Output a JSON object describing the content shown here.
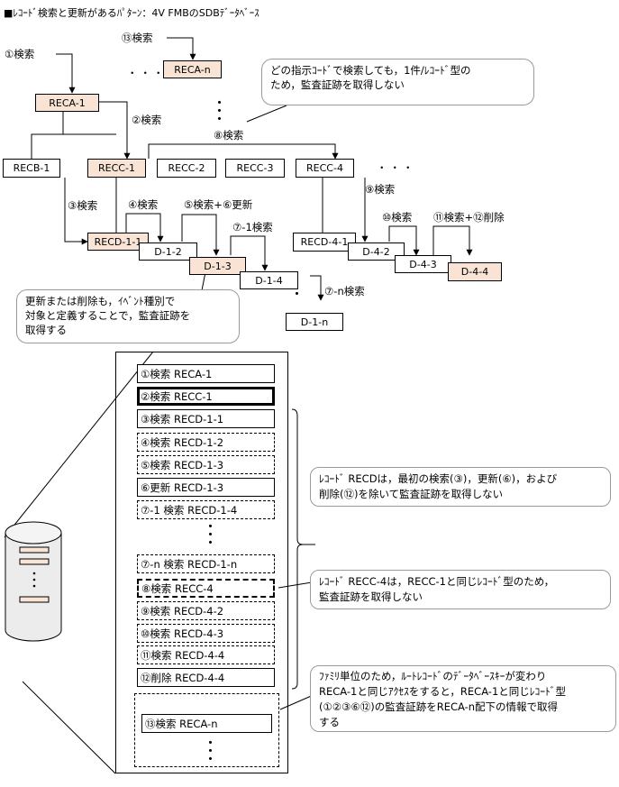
{
  "title": "■ﾚｺｰﾄﾞ検索と更新があるﾊﾟﾀｰﾝ：4V FMBのSDBﾃﾞｰﾀﾍﾞｰｽ",
  "ellipsis_h": "・・・",
  "ellipsis_v": "・",
  "upper": {
    "labels": {
      "s1": "①検索",
      "s13": "⑬検索",
      "s2": "②検索",
      "s8": "⑧検索",
      "s3": "③検索",
      "s4": "④検索",
      "s5": "⑤検索+⑥更新",
      "s71": "⑦-1検索",
      "s9": "⑨検索",
      "s10": "⑩検索",
      "s11": "⑪検索+⑫削除",
      "s7n": "⑦-n検索"
    },
    "records": {
      "reca1": "RECA-1",
      "recan": "RECA-n",
      "recb1": "RECB-1",
      "recc1": "RECC-1",
      "recc2": "RECC-2",
      "recc3": "RECC-3",
      "recc4": "RECC-4",
      "recd11": "RECD-1-1",
      "d12": "D-1-2",
      "d13": "D-1-3",
      "d14": "D-1-4",
      "d1n": "D-1-n",
      "recd41": "RECD-4-1",
      "d42": "D-4-2",
      "d43": "D-4-3",
      "d44": "D-4-4"
    },
    "bubble_top": [
      "どの指示ｺｰﾄﾞで検索しても，1件/ﾚｺｰﾄﾞ型の",
      "ため，監査証跡を取得しない"
    ],
    "bubble_bottom": [
      "更新または削除も，ｲﾍﾞﾝﾄ種別で",
      "対象と定義することで，監査証跡を",
      "取得する"
    ]
  },
  "lower": {
    "ops": [
      "①検索 RECA-1",
      "②検索 RECC-1",
      "③検索 RECD-1-1",
      "④検索 RECD-1-2",
      "⑤検索 RECD-1-3",
      "⑥更新 RECD-1-3",
      "⑦-1 検索 RECD-1-4",
      "⑦-n 検索 RECD-1-n",
      "⑧検索 RECC-4",
      "⑨検索 RECD-4-2",
      "⑩検索 RECD-4-3",
      "⑪検索 RECD-4-4",
      "⑫削除 RECD-4-4",
      "⑬検索 RECA-n"
    ],
    "note_recd": [
      "ﾚｺｰﾄﾞ RECDは，最初の検索(③)，更新(⑥)，および",
      "削除(⑫)を除いて監査証跡を取得しない"
    ],
    "note_recc4": [
      "ﾚｺｰﾄﾞ RECC-4は，RECC-1と同じﾚｺｰﾄﾞ型のため，",
      "監査証跡を取得しない"
    ],
    "note_family": [
      "ﾌｧﾐﾘ単位のため，ﾙｰﾄﾚｺｰﾄﾞのﾃﾞｰﾀﾍﾞｰｽｷｰが変わり",
      "RECA-1と同じｱｸｾｽをすると，RECA-1と同じﾚｺｰﾄﾞ型",
      "(①②③⑥⑫)の監査証跡をRECA-n配下の情報で取得",
      "する"
    ]
  },
  "colors": {
    "highlight": "#f9e3d4",
    "line": "#000000",
    "bubble_border": "#9a9a9a"
  }
}
